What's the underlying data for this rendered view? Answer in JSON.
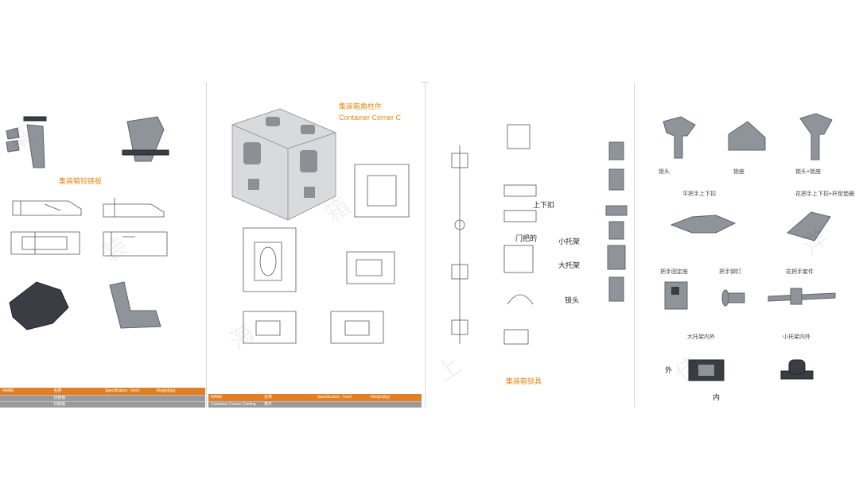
{
  "panel1": {
    "title": "集装箱铰链板",
    "table": {
      "headers": [
        "NAME",
        "名称",
        "Specification（mm）",
        "Weight(kg)"
      ],
      "rows": [
        [
          "",
          "铰链板",
          "",
          ""
        ],
        [
          "",
          "铰链板",
          "",
          ""
        ]
      ]
    }
  },
  "panel2": {
    "title_cn": "集装箱角柱件",
    "title_en": "Container Corner C",
    "table": {
      "headers": [
        "NAME",
        "名称",
        "Specification（mm）",
        "Weight(kg)"
      ],
      "rows": [
        [
          "Container Corner Casting",
          "角件",
          "",
          ""
        ]
      ]
    }
  },
  "panel3": {
    "callouts": {
      "updown": "上下扣",
      "handle": "门把的",
      "small_bracket": "小托架",
      "large_bracket": "大托架",
      "lock_head": "锁头"
    },
    "footer": "集装箱锁具"
  },
  "panel4": {
    "captions": {
      "lock_head": "锁头",
      "lock_seat": "锁座",
      "lock_head_seat": "锁头+锁座",
      "flat_handle": "平把手上下扣",
      "fancy_handle": "花把手上下扣+杆型垫圈",
      "handle_seat": "把手固定座",
      "handle_rivet": "把手铆钉",
      "fancy_kit": "花把手套件",
      "large_bracket": "大托架内外",
      "small_bracket": "小托架内外",
      "outer": "外",
      "inner": "内"
    }
  },
  "watermark": [
    "集",
    "装",
    "箱",
    "上",
    "海",
    "佳",
    "洋"
  ]
}
